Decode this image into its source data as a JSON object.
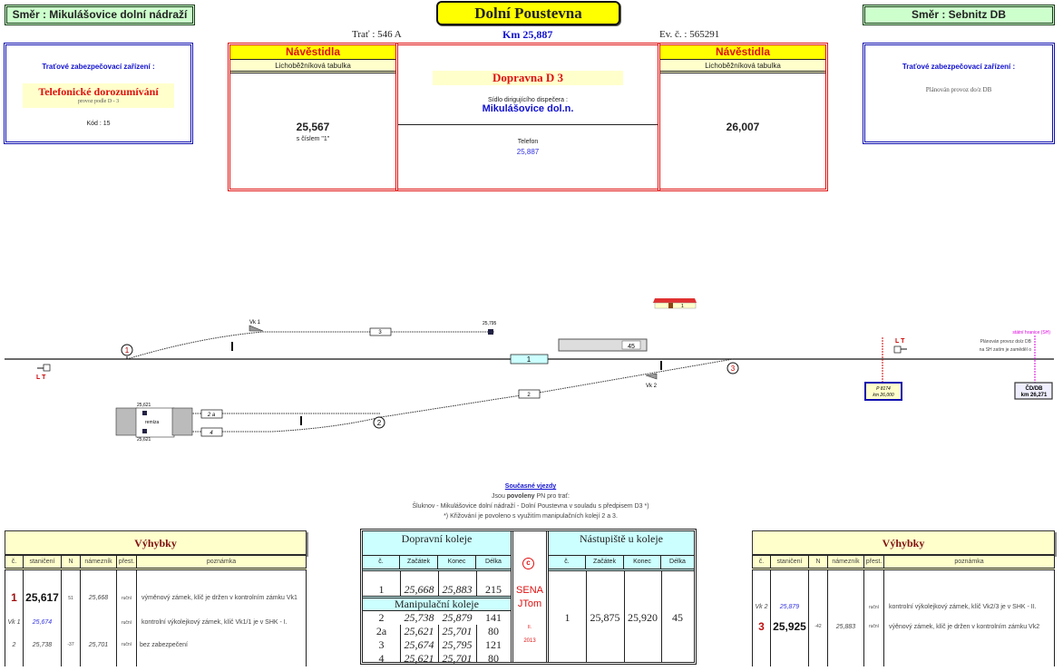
{
  "header": {
    "dir_left": "Směr  :  Mikulášovice dolní nádraží",
    "title": "Dolní Poustevna",
    "dir_right": "Směr  :  Sebnitz DB",
    "trat": "Trať : 546 A",
    "km": "Km  25,887",
    "ev": "Ev. č. : 565291"
  },
  "left_box": {
    "heading": "Traťové  zabezpečovací  zařízení :",
    "system": "Telefonické  dorozumívání",
    "sub": "provoz podle D - 3",
    "kod": "Kód : 15"
  },
  "right_box": {
    "heading": "Traťové  zabezpečovací  zařízení :",
    "text": "Plánován provoz do/z DB"
  },
  "signals_left": {
    "header": "Návěstidla",
    "sub": "Lichoběžníková tabulka",
    "km": "25,567",
    "note": "s číslem \"1\""
  },
  "signals_right": {
    "header": "Návěstidla",
    "sub": "Lichoběžníková tabulka",
    "km": "26,007"
  },
  "center": {
    "station": "Dopravna  D 3",
    "disp_label": "Sídlo dirigujícího dispečera :",
    "disp": "Mikulášovice dol.n.",
    "tel_label": "Telefon",
    "tel": "25,887"
  },
  "diagram": {
    "vk1": "Vk 1",
    "vk2": "Vk 2",
    "km_25795": "25,795",
    "track3": "3",
    "track1": "1",
    "track2": "2",
    "track2a": "2 a",
    "track4": "4",
    "platform_len": "45",
    "house_num": "1",
    "sw1": "1",
    "sw2": "2",
    "sw3": "3",
    "lt_left": "L T",
    "lt_right": "L T",
    "km_25621a": "25,621",
    "km_25621b": "25,621",
    "remiza": "remíza",
    "border": "státní hranice (SH)",
    "plan1": "Plánován provoz do/z DB",
    "plan2": "na SH zatím je zaměděl o",
    "p_box1": "P 8174",
    "p_box2": "km 26,000",
    "cd1": "ČD/DB",
    "cd2": "km 26,271"
  },
  "notes": {
    "title": "Současné  vjezdy",
    "l1a": "Jsou ",
    "l1b": "povoleny",
    "l1c": " PN pro trať:",
    "l2": "Šluknov - Mikulášovice dolní nádraží - Dolní Poustevna v souladu s předpisem D3 *)",
    "l3": "*) Křižování je povoleno s využitím manipulačních kolejí 2 a 3."
  },
  "vyhybky_left": {
    "title": "Výhybky",
    "cols": [
      "č.",
      "staničení",
      "N",
      "námezník",
      "přest.",
      "poznámka"
    ],
    "rows": [
      [
        "1",
        "25,617",
        "51",
        "25,668",
        "ruční",
        "výměnový zámek, klíč je držen v kontrolním zámku Vk1"
      ],
      [
        "Vk 1",
        "25,674",
        "",
        "",
        "ruční",
        "kontrolní výkolejkový zámek, klíč Vk1/1 je v SHK - I."
      ],
      [
        "2",
        "25,738",
        "-37",
        "25,701",
        "ruční",
        "bez zabezpečení"
      ]
    ]
  },
  "vyhybky_right": {
    "title": "Výhybky",
    "cols": [
      "č.",
      "staničení",
      "N",
      "námezník",
      "přest.",
      "poznámka"
    ],
    "rows": [
      [
        "Vk 2",
        "25,879",
        "",
        "",
        "ruční",
        "kontrolní výkolejkový zámek, klíč Vk2/3 je v SHK - II."
      ],
      [
        "3",
        "25,925",
        "-42",
        "25,883",
        "ruční",
        "výěnový zámek, klíč je držen v kontrolním zámku Vk2"
      ]
    ]
  },
  "koleje": {
    "doprav_title": "Dopravní  koleje",
    "manip_title": "Manipulační  koleje",
    "nast_title": "Nástupiště  u  koleje",
    "cols": [
      "č.",
      "Začátek",
      "Konec",
      "Délka"
    ],
    "doprav": [
      [
        "1",
        "25,668",
        "25,883",
        "215"
      ]
    ],
    "manip": [
      [
        "2",
        "25,738",
        "25,879",
        "141"
      ],
      [
        "2a",
        "25,621",
        "25,701",
        "80"
      ],
      [
        "3",
        "25,674",
        "25,795",
        "121"
      ],
      [
        "4",
        "25,621",
        "25,701",
        "80"
      ]
    ],
    "nast": [
      [
        "1",
        "25,875",
        "25,920",
        "45"
      ]
    ],
    "copy": "c",
    "author1": "SENA",
    "author2": "JTom",
    "month": "II.",
    "year": "2013"
  }
}
